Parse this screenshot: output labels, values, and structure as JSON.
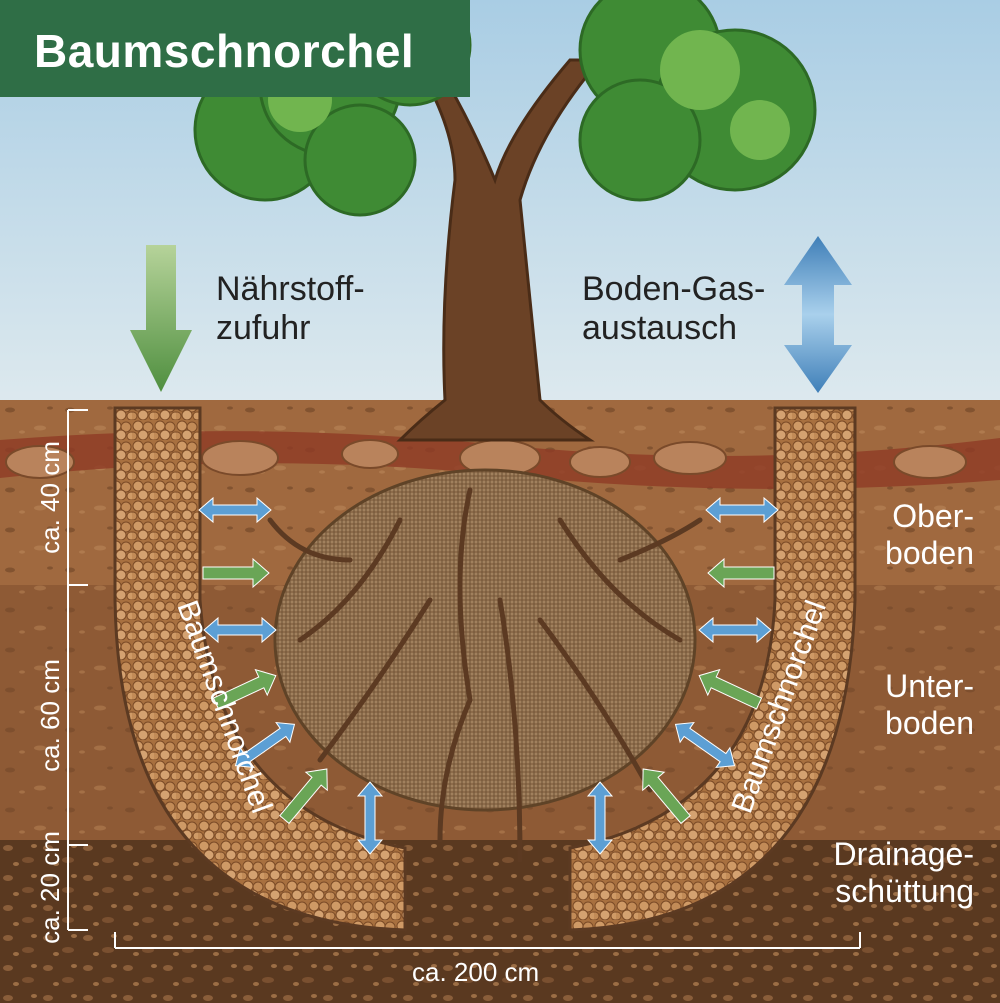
{
  "title": "Baumschnorchel",
  "arrows": {
    "nutrient_label_line1": "Nährstoff-",
    "nutrient_label_line2": "zufuhr",
    "gas_label_line1": "Boden-Gas-",
    "gas_label_line2": "austausch"
  },
  "layers": {
    "topsoil_line1": "Ober-",
    "topsoil_line2": "boden",
    "subsoil_line1": "Unter-",
    "subsoil_line2": "boden",
    "drainage_line1": "Drainage-",
    "drainage_line2": "schüttung"
  },
  "snorkel_labels": {
    "left": "Baumschnorchel",
    "right": "Baumschnorchel"
  },
  "dimensions": {
    "depth_top": "ca. 40 cm",
    "depth_middle": "ca. 60 cm",
    "depth_bottom": "ca. 20 cm",
    "width": "ca. 200 cm"
  },
  "colors": {
    "title_bg": "#2f6e46",
    "sky": "#c9dde9",
    "topsoil": "#a0693f",
    "subsoil": "#8e5a35",
    "drainage": "#5c3a22",
    "snorkel_fill": "#b07a4c",
    "green_arrow": "#5d9a4c",
    "blue_arrow": "#4f8fc4",
    "trunk": "#6b4226",
    "leaves": "#3f8b34",
    "rootball": "#8b6a49"
  },
  "icons": {
    "nutrient_arrow": "down-arrow-green",
    "gas_arrow": "double-arrow-blue"
  }
}
